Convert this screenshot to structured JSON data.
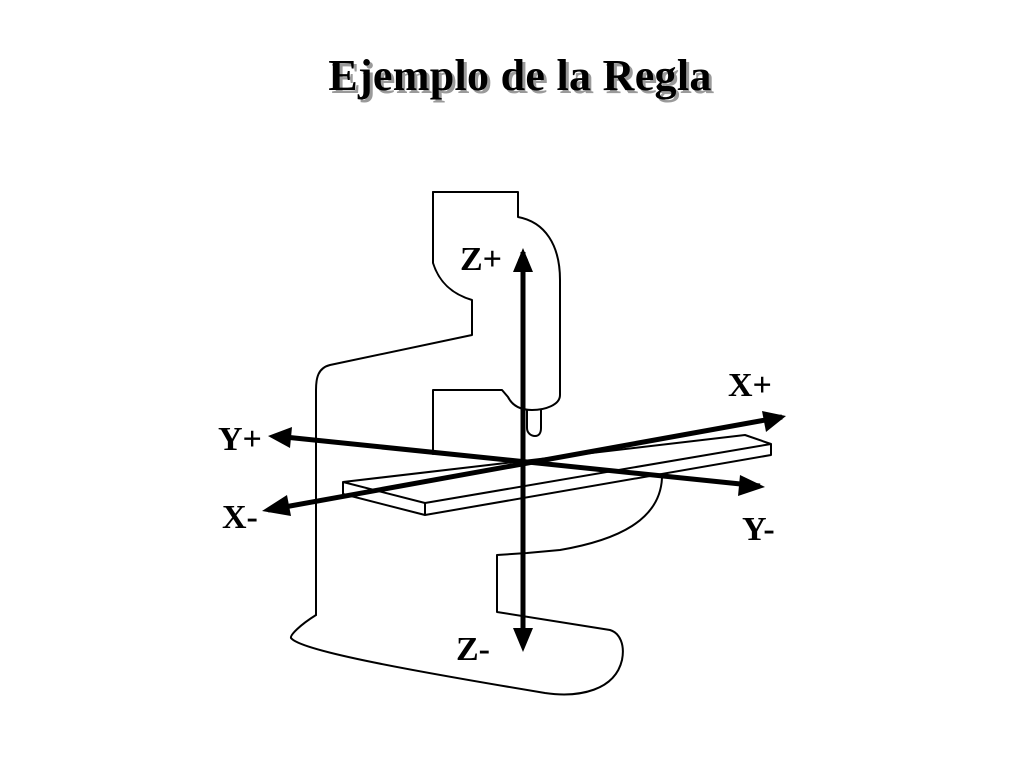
{
  "slide": {
    "title": "Ejemplo de la Regla"
  },
  "diagram": {
    "axis_labels": {
      "z_plus": "Z+",
      "z_minus": "Z-",
      "x_plus": "X+",
      "x_minus": "X-",
      "y_plus": "Y+",
      "y_minus": "Y-"
    },
    "colors": {
      "ink": "#000000",
      "background": "#ffffff",
      "title_shadow": "#9a9a9a"
    }
  }
}
